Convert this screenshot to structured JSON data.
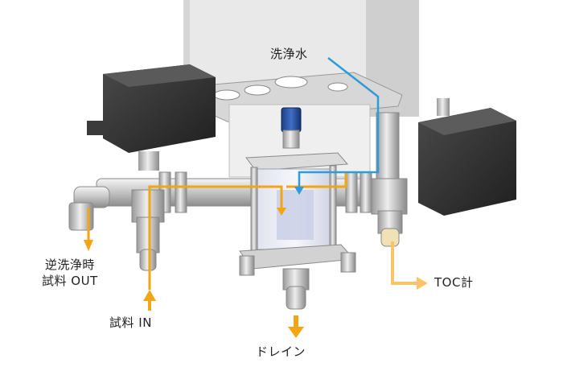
{
  "labels": {
    "wash_water": "洗浄水",
    "backwash_sample_out_line1": "逆洗浄時",
    "backwash_sample_out_line2": "試料 OUT",
    "sample_in": "試料 IN",
    "drain": "ドレイン",
    "toc_meter": "TOC計"
  },
  "colors": {
    "sample_flow": "#f2a515",
    "wash_flow": "#2f9bd8",
    "toc_flow": "#f7c46a"
  }
}
